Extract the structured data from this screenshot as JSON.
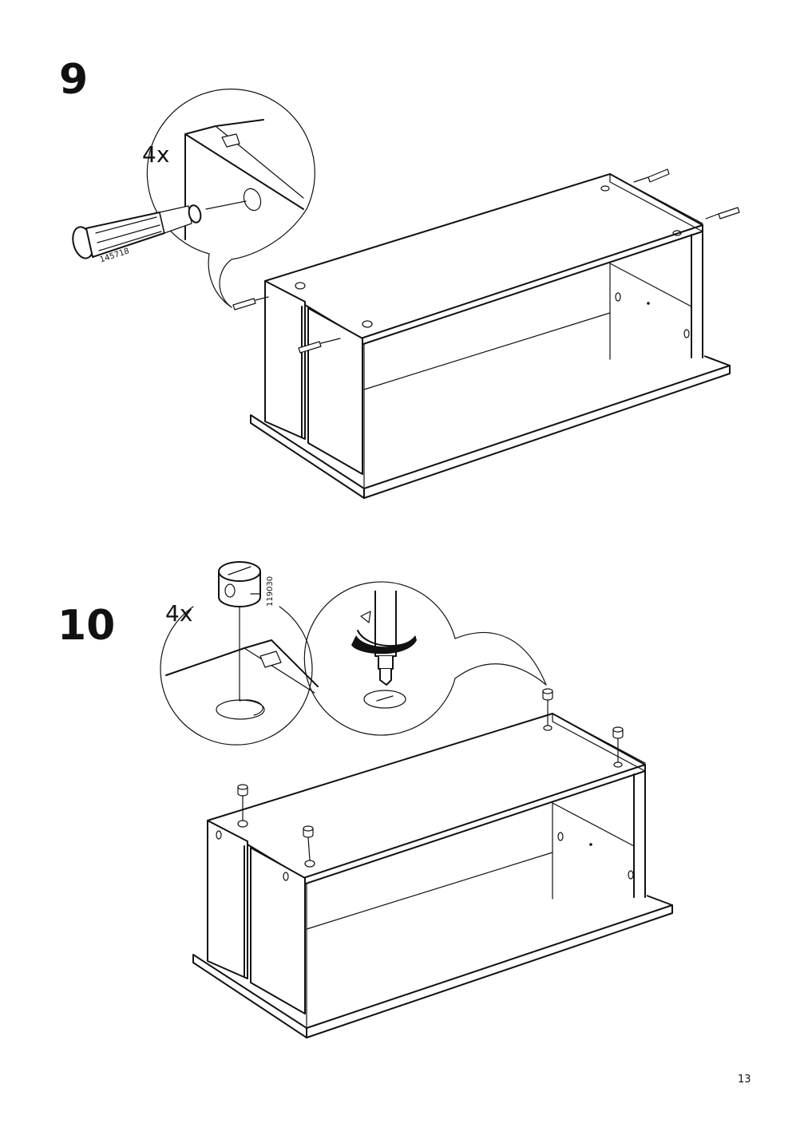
{
  "page": {
    "number": "13"
  },
  "steps": [
    {
      "number": "9",
      "quantity": "4x",
      "part_number": "145718",
      "part_icon": "wooden-dowel-icon",
      "illustration": "dowels-inserted-into-cabinet-panel-edges"
    },
    {
      "number": "10",
      "quantity": "4x",
      "part_number": "119030",
      "part_icon": "cam-lock-nut-icon",
      "illustration": "cam-lock-nuts-inserted-and-turned-with-screwdriver"
    }
  ],
  "colors": {
    "line": "#111111",
    "background": "#ffffff"
  }
}
